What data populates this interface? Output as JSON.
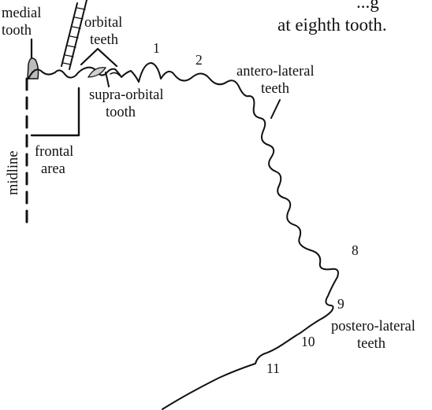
{
  "header": {
    "line1": "...g",
    "line2": "at eighth tooth."
  },
  "labels": {
    "medial_tooth_1": "medial",
    "medial_tooth_2": "tooth",
    "orbital_teeth_1": "orbital",
    "orbital_teeth_2": "teeth",
    "supra_orbital_1": "supra-orbital",
    "supra_orbital_2": "tooth",
    "frontal_area_1": "frontal",
    "frontal_area_2": "area",
    "midline": "midline",
    "antero_lateral_1": "antero-lateral",
    "antero_lateral_2": "teeth",
    "postero_lateral_1": "postero-lateral",
    "postero_lateral_2": "teeth"
  },
  "tooth_numbers": [
    "1",
    "2",
    "8",
    "9",
    "10",
    "11"
  ],
  "colors": {
    "ink": "#111111",
    "background": "#ffffff"
  }
}
